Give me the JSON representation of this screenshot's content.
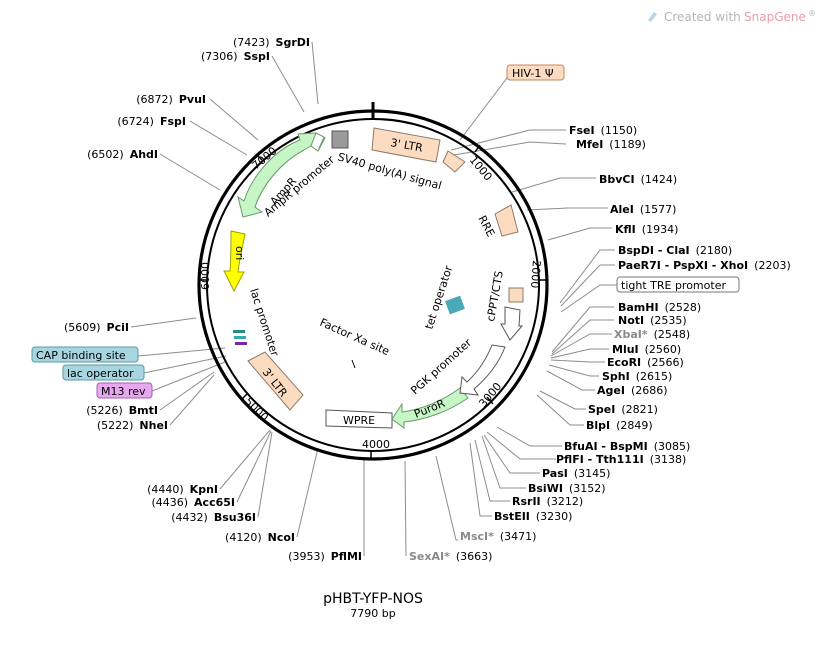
{
  "brand": {
    "created_with": "Created with",
    "snapgene": "SnapGene",
    "reg_mark": "®"
  },
  "plasmid": {
    "name": "pHBT-YFP-NOS",
    "length": "7790 bp",
    "ticks": [
      "1000",
      "2000",
      "3000",
      "4000",
      "5000",
      "6000",
      "7000"
    ]
  },
  "sites_right": [
    {
      "name": "FseI",
      "pos": "(1150)"
    },
    {
      "name": "MfeI",
      "pos": "(1189)"
    },
    {
      "name": "BbvCI",
      "pos": "(1424)"
    },
    {
      "name": "AleI",
      "pos": "(1577)"
    },
    {
      "name": "KflI",
      "pos": "(1934)"
    },
    {
      "name": "BspDI - ClaI",
      "pos": "(2180)"
    },
    {
      "name": "PaeR7I - PspXI - XhoI",
      "pos": "(2203)"
    },
    {
      "name": "tight TRE promoter",
      "pos": ""
    },
    {
      "name": "BamHI",
      "pos": "(2528)"
    },
    {
      "name": "NotI",
      "pos": "(2535)"
    },
    {
      "name": "XbaI*",
      "pos": "(2548)"
    },
    {
      "name": "MluI",
      "pos": "(2560)"
    },
    {
      "name": "EcoRI",
      "pos": "(2566)"
    },
    {
      "name": "SphI",
      "pos": "(2615)"
    },
    {
      "name": "AgeI",
      "pos": "(2686)"
    },
    {
      "name": "SpeI",
      "pos": "(2821)"
    },
    {
      "name": "BlpI",
      "pos": "(2849)"
    },
    {
      "name": "BfuAI - BspMI",
      "pos": "(3085)"
    },
    {
      "name": "PflFI - Tth111I",
      "pos": "(3138)"
    },
    {
      "name": "PasI",
      "pos": "(3145)"
    },
    {
      "name": "BsiWI",
      "pos": "(3152)"
    },
    {
      "name": "RsrII",
      "pos": "(3212)"
    },
    {
      "name": "BstEII",
      "pos": "(3230)"
    },
    {
      "name": "MscI*",
      "pos": "(3471)"
    },
    {
      "name": "SexAI*",
      "pos": "(3663)"
    }
  ],
  "sites_left": [
    {
      "name": "SgrDI",
      "pos": "(7423)"
    },
    {
      "name": "SspI",
      "pos": "(7306)"
    },
    {
      "name": "PvuI",
      "pos": "(6872)"
    },
    {
      "name": "FspI",
      "pos": "(6724)"
    },
    {
      "name": "AhdI",
      "pos": "(6502)"
    },
    {
      "name": "PciI",
      "pos": "(5609)"
    },
    {
      "name": "BmtI",
      "pos": "(5226)"
    },
    {
      "name": "NheI",
      "pos": "(5222)"
    },
    {
      "name": "KpnI",
      "pos": "(4440)"
    },
    {
      "name": "Acc65I",
      "pos": "(4436)"
    },
    {
      "name": "Bsu36I",
      "pos": "(4432)"
    },
    {
      "name": "NcoI",
      "pos": "(4120)"
    },
    {
      "name": "PflMI",
      "pos": "(3953)"
    }
  ],
  "boxed_labels": {
    "hiv": "HIV-1 Ψ",
    "cap": "CAP binding site",
    "lac_op": "lac operator",
    "m13": "M13 rev"
  },
  "features": {
    "ltr3_top": "3' LTR",
    "sv40": "SV40 poly(A) signal",
    "ampr": "AmpR",
    "ampr_prom": "AmpR promoter",
    "ori": "ori",
    "lac_prom": "lac promoter",
    "ltr3_bottom": "3' LTR",
    "wpre": "WPRE",
    "puror": "PuroR",
    "pgk": "PGK promoter",
    "cppt": "cPPT/CTS",
    "rre": "RRE",
    "tet": "tet operator",
    "factor_xa": "Factor Xa site"
  },
  "colors": {
    "backbone": "#000000",
    "ltr": "#fbdcc0",
    "ampr": "#c6f5c6",
    "ori": "#ffff00",
    "puror": "#c6f5c6",
    "cap_box": "#a8d6e0",
    "m13_box": "#e8a8f0",
    "hiv_box": "#fbdcc0"
  }
}
